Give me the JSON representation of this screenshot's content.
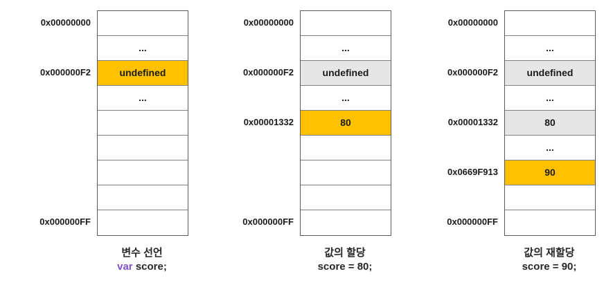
{
  "colors": {
    "highlight": "#FFC000",
    "muted": "#E7E6E6",
    "keyword": "#7B52C6",
    "border_inner": "#808080",
    "border_outer": "#595959"
  },
  "diagrams": [
    {
      "caption": "변수 선언",
      "code_keyword": "var",
      "code_text": " score;",
      "rows": [
        {
          "label": "0x00000000",
          "text": "",
          "fill": "white"
        },
        {
          "label": "",
          "text": "...",
          "fill": "white"
        },
        {
          "label": "0x000000F2",
          "text": "undefined",
          "fill": "highlight"
        },
        {
          "label": "",
          "text": "...",
          "fill": "white"
        },
        {
          "label": "",
          "text": "",
          "fill": "white"
        },
        {
          "label": "",
          "text": "",
          "fill": "white"
        },
        {
          "label": "",
          "text": "",
          "fill": "white"
        },
        {
          "label": "",
          "text": "",
          "fill": "white"
        },
        {
          "label": "0x000000FF",
          "text": "",
          "fill": "white"
        }
      ]
    },
    {
      "caption": "값의 할당",
      "code_keyword": "",
      "code_text": "score = 80;",
      "rows": [
        {
          "label": "0x00000000",
          "text": "",
          "fill": "white"
        },
        {
          "label": "",
          "text": "...",
          "fill": "white"
        },
        {
          "label": "0x000000F2",
          "text": "undefined",
          "fill": "muted"
        },
        {
          "label": "",
          "text": "...",
          "fill": "white"
        },
        {
          "label": "0x00001332",
          "text": "80",
          "fill": "highlight"
        },
        {
          "label": "",
          "text": "",
          "fill": "white"
        },
        {
          "label": "",
          "text": "",
          "fill": "white"
        },
        {
          "label": "",
          "text": "",
          "fill": "white"
        },
        {
          "label": "0x000000FF",
          "text": "",
          "fill": "white"
        }
      ]
    },
    {
      "caption": "값의 재할당",
      "code_keyword": "",
      "code_text": "score = 90;",
      "rows": [
        {
          "label": "0x00000000",
          "text": "",
          "fill": "white"
        },
        {
          "label": "",
          "text": "...",
          "fill": "white"
        },
        {
          "label": "0x000000F2",
          "text": "undefined",
          "fill": "muted"
        },
        {
          "label": "",
          "text": "...",
          "fill": "white"
        },
        {
          "label": "0x00001332",
          "text": "80",
          "fill": "muted"
        },
        {
          "label": "",
          "text": "...",
          "fill": "white"
        },
        {
          "label": "0x0669F913",
          "text": "90",
          "fill": "highlight"
        },
        {
          "label": "",
          "text": "",
          "fill": "white"
        },
        {
          "label": "0x000000FF",
          "text": "",
          "fill": "white"
        }
      ]
    }
  ]
}
